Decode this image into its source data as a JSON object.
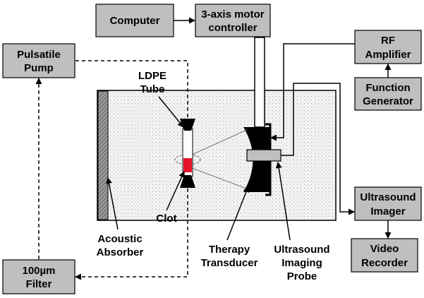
{
  "boxes": {
    "computer": "Computer",
    "motor_controller": [
      "3-axis motor",
      "controller"
    ],
    "rf_amplifier": [
      "RF",
      "Amplifier"
    ],
    "function_generator": [
      "Function",
      "Generator"
    ],
    "pulsatile_pump": [
      "Pulsatile",
      "Pump"
    ],
    "filter": [
      "100µm",
      "Filter"
    ],
    "ultrasound_imager": [
      "Ultrasound",
      "Imager"
    ],
    "video_recorder": [
      "Video",
      "Recorder"
    ]
  },
  "labels": {
    "ldpe_tube": [
      "LDPE",
      "Tube"
    ],
    "clot": "Clot",
    "acoustic_absorber": [
      "Acoustic",
      "Absorber"
    ],
    "therapy_transducer": [
      "Therapy",
      "Transducer"
    ],
    "ultrasound_imaging_probe": [
      "Ultrasound",
      "Imaging",
      "Probe"
    ]
  },
  "colors": {
    "box_fill": "#bfbfbf",
    "tank_fill": "#f3f3f3",
    "absorber_fill": "#8c8c8c",
    "clot": "#e8142a",
    "transducer": "#000000"
  }
}
